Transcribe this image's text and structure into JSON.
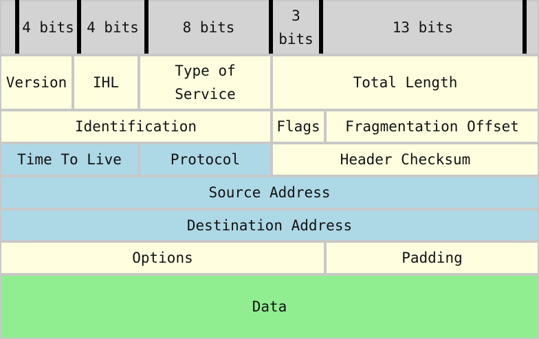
{
  "bit_widths": {
    "version": "4 bits",
    "ihl": "4 bits",
    "tos": "8 bits",
    "flags_line1": "3",
    "flags_line2": "bits",
    "frag_offset": "13 bits"
  },
  "fields": {
    "version": "Version",
    "ihl": "IHL",
    "tos_line1": "Type of",
    "tos_line2": "Service",
    "total_length": "Total Length",
    "identification": "Identification",
    "flags": "Flags",
    "fragmentation_offset": "Fragmentation Offset",
    "ttl": "Time To Live",
    "protocol": "Protocol",
    "header_checksum": "Header Checksum",
    "source_address": "Source Address",
    "destination_address": "Destination Address",
    "options": "Options",
    "padding": "Padding",
    "data": "Data"
  },
  "colors": {
    "header": "#d3d3d3",
    "yellow": "#ffffe0",
    "blue": "#add8e6",
    "green": "#90ee90",
    "divider": "#000000"
  }
}
